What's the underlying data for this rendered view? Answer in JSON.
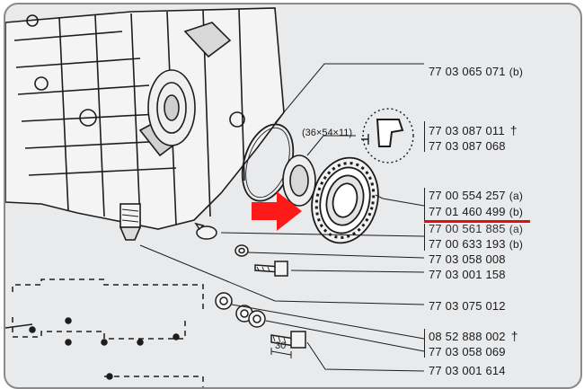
{
  "diagram": {
    "parts": {
      "p1": {
        "number": "77 03 065 071",
        "suffix": "(b)"
      },
      "p2": {
        "number": "77 03 087 011",
        "mark": "†"
      },
      "p3": {
        "number": "77 03 087 068"
      },
      "p4": {
        "number": "77 00 554 257",
        "suffix": "(a)"
      },
      "p5": {
        "number": "77 01 460 499",
        "suffix": "(b)"
      },
      "p6": {
        "number": "77 00 561 885",
        "suffix": "(a)"
      },
      "p7": {
        "number": "77 00 633 193",
        "suffix": "(b)"
      },
      "p8": {
        "number": "77 03 058 008"
      },
      "p9": {
        "number": "77 03 001 158"
      },
      "p10": {
        "number": "77 03 075 012"
      },
      "p11": {
        "number": "08 52 888 002",
        "mark": "†"
      },
      "p12": {
        "number": "77 03 058 069"
      },
      "p13": {
        "number": "77 03 001 614"
      }
    },
    "seal_dimension": "(36×54×11)",
    "bolt_length": "30",
    "highlight": {
      "arrow_color": "#ff1a1a",
      "underline_color": "#e01010"
    }
  }
}
